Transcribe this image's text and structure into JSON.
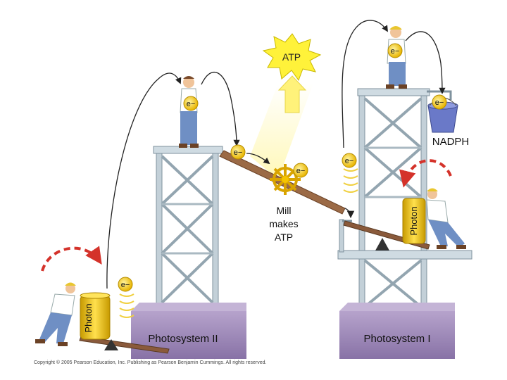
{
  "labels": {
    "atp_burst": "ATP",
    "nadph": "NADPH",
    "mill_line1": "Mill",
    "mill_line2": "makes",
    "mill_line3": "ATP",
    "photon_left": "Photon",
    "photon_right": "Photon",
    "ps2": "Photosystem II",
    "ps1": "Photosystem I",
    "electron": "e−"
  },
  "copyright": "Copyright © 2005 Pearson Education, Inc. Publishing as Pearson Benjamin Cummings. All rights reserved.",
  "colors": {
    "tower": "#b9c7d0",
    "tower_dark": "#7f929e",
    "photosystem": "#9a86b3",
    "electron": "#f2c619",
    "photon_can": "#e4b615",
    "atp_burst": "#fff23a",
    "arrow_red": "#d4322a",
    "ramp": "#8a5a3b"
  }
}
